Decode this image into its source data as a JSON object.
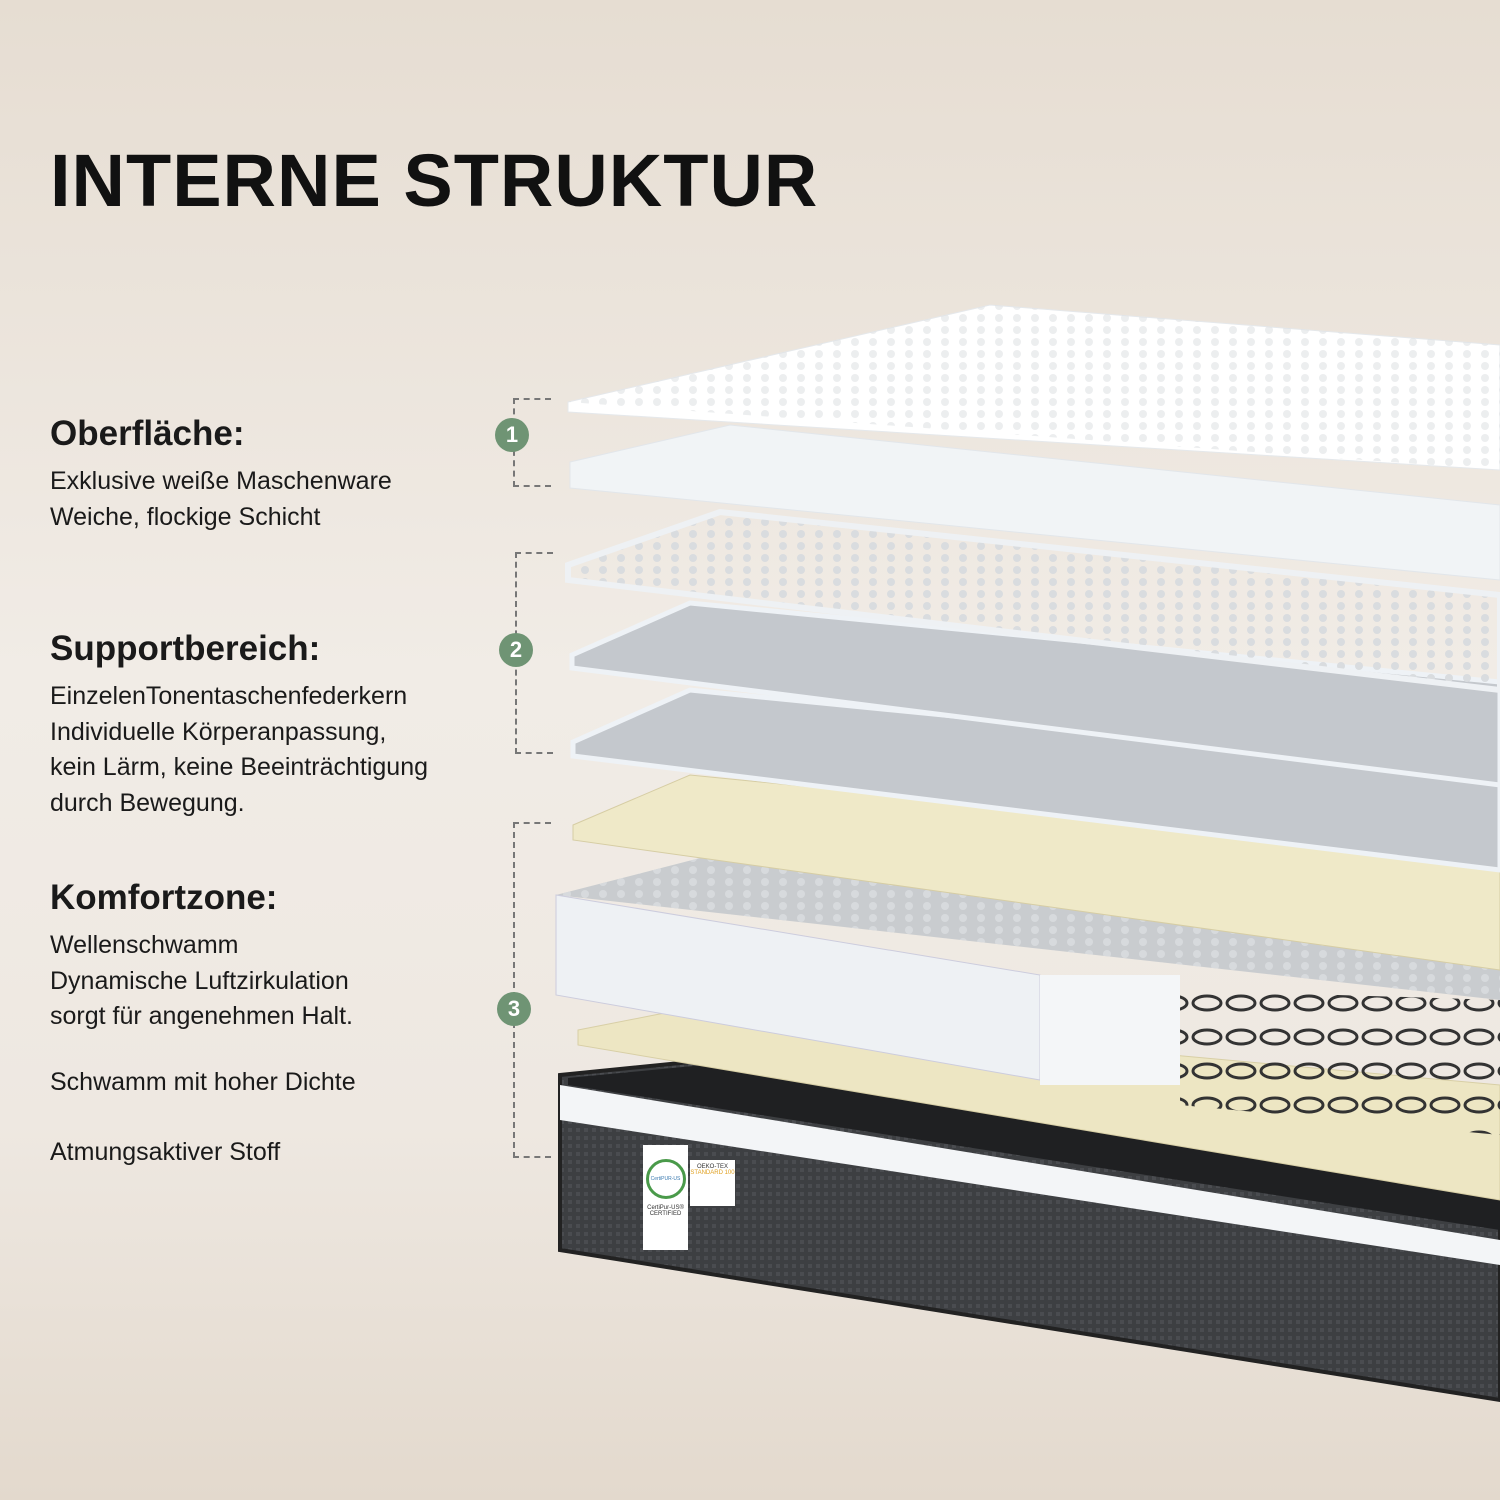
{
  "title": "INTERNE STRUKTUR",
  "sections": [
    {
      "number": "1",
      "heading": "Oberfläche:",
      "lines": [
        "Exklusive weiße Maschenware",
        "Weiche, flockige Schicht"
      ]
    },
    {
      "number": "2",
      "heading": "Supportbereich:",
      "lines": [
        "EinzelenTonentaschenfederkern",
        "Individuelle Körperanpassung,",
        "kein Lärm, keine Beeinträchtigung",
        "durch Bewegung."
      ]
    },
    {
      "number": "3",
      "heading": "Komfortzone:",
      "lines": [
        "Wellenschwamm",
        "Dynamische Luftzirkulation",
        "sorgt für angenehmen Halt."
      ]
    }
  ],
  "extra_lines": [
    "Schwamm mit hoher Dichte",
    "Atmungsaktiver Stoff"
  ],
  "labels": {
    "certipur": "CertiPUR-US",
    "certipur_sub": "CertiPur-US® CERTIFIED",
    "oekotex": "OEKO-TEX",
    "oekotex_sub": "STANDARD 100"
  },
  "colors": {
    "badge": "#6f9474",
    "base": "#3b3d40",
    "beige": "#efe9c8"
  }
}
